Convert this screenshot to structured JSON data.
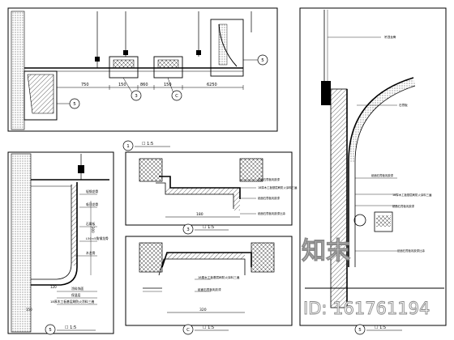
{
  "panels": {
    "top_left": {
      "dims": [
        "750",
        "150",
        "860",
        "150",
        "6250"
      ],
      "markers": [
        "5",
        "3",
        "C",
        "5"
      ],
      "callout": "1",
      "title_scale": "☐ 1:5"
    },
    "left": {
      "notes": [
        "轻钢龙骨",
        "吸顶龙骨",
        "石膏板",
        "L50×5角钢龙骨",
        "木龙骨",
        "涂料饰面",
        "保温层",
        "18厚木工板基层刷防火涂料三遍"
      ],
      "dims": [
        "300",
        "120",
        "150"
      ],
      "marker": "5",
      "title_scale": "☐ 1:5"
    },
    "middle_top": {
      "notes": [
        "纸面石膏板乳胶漆",
        "18厚木工板基层刷防火涂料三遍",
        "纸面石膏板乳胶漆",
        "纸面石膏板乳胶漆比涂"
      ],
      "dim": "180",
      "marker": "3",
      "title_scale": "☐ 1:5"
    },
    "middle_bottom": {
      "notes": [
        "18厚木工板基层刷防火涂料三遍",
        "纸面石膏板乳胶漆"
      ],
      "dim": "320",
      "marker": "C",
      "title_scale": "☐ 1:5"
    },
    "right": {
      "notes": [
        "吊顶龙骨",
        "石膏板",
        "纸面石膏板乳胶漆",
        "18厚木工板基层刷防火涂料三遍",
        "纸面石膏板乳胶漆",
        "纸面石膏板乳胶漆比涂"
      ],
      "marker": "5",
      "title_scale": "☐ 1:5"
    }
  },
  "watermark": {
    "brand": "知末",
    "id": "ID: 161761194"
  }
}
